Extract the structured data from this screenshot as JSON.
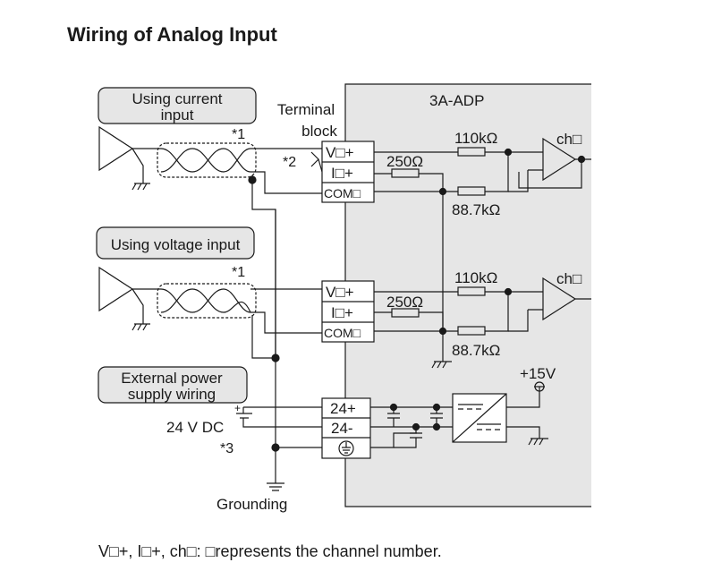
{
  "title": "Wiring of Analog Input",
  "footnote": "V□+, I□+, ch□: □represents the channel number.",
  "labels": {
    "current_box_line1": "Using current",
    "current_box_line2": "input",
    "voltage_box": "Using voltage input",
    "power_box_line1": "External power",
    "power_box_line2": "supply wiring",
    "terminal_block_line1": "Terminal",
    "terminal_block_line2": "block",
    "module_name": "3A-ADP",
    "note1_a": "*1",
    "note1_b": "*1",
    "note2": "*2",
    "note3": "*3",
    "dc_supply": "24 V DC",
    "grounding": "Grounding",
    "plus_15v": "+15V"
  },
  "terminals": {
    "ch1_v": "V□+",
    "ch1_i": "I□+",
    "ch1_com": "COM□",
    "ch2_v": "V□+",
    "ch2_i": "I□+",
    "ch2_com": "COM□",
    "pwr_plus": "24+",
    "pwr_minus": "24-"
  },
  "components": {
    "r_top_1": "110kΩ",
    "r_shunt_1": "250Ω",
    "r_bottom_1": "88.7kΩ",
    "amp_1": "ch□",
    "r_top_2": "110kΩ",
    "r_shunt_2": "250Ω",
    "r_bottom_2": "88.7kΩ",
    "amp_2": "ch□"
  }
}
